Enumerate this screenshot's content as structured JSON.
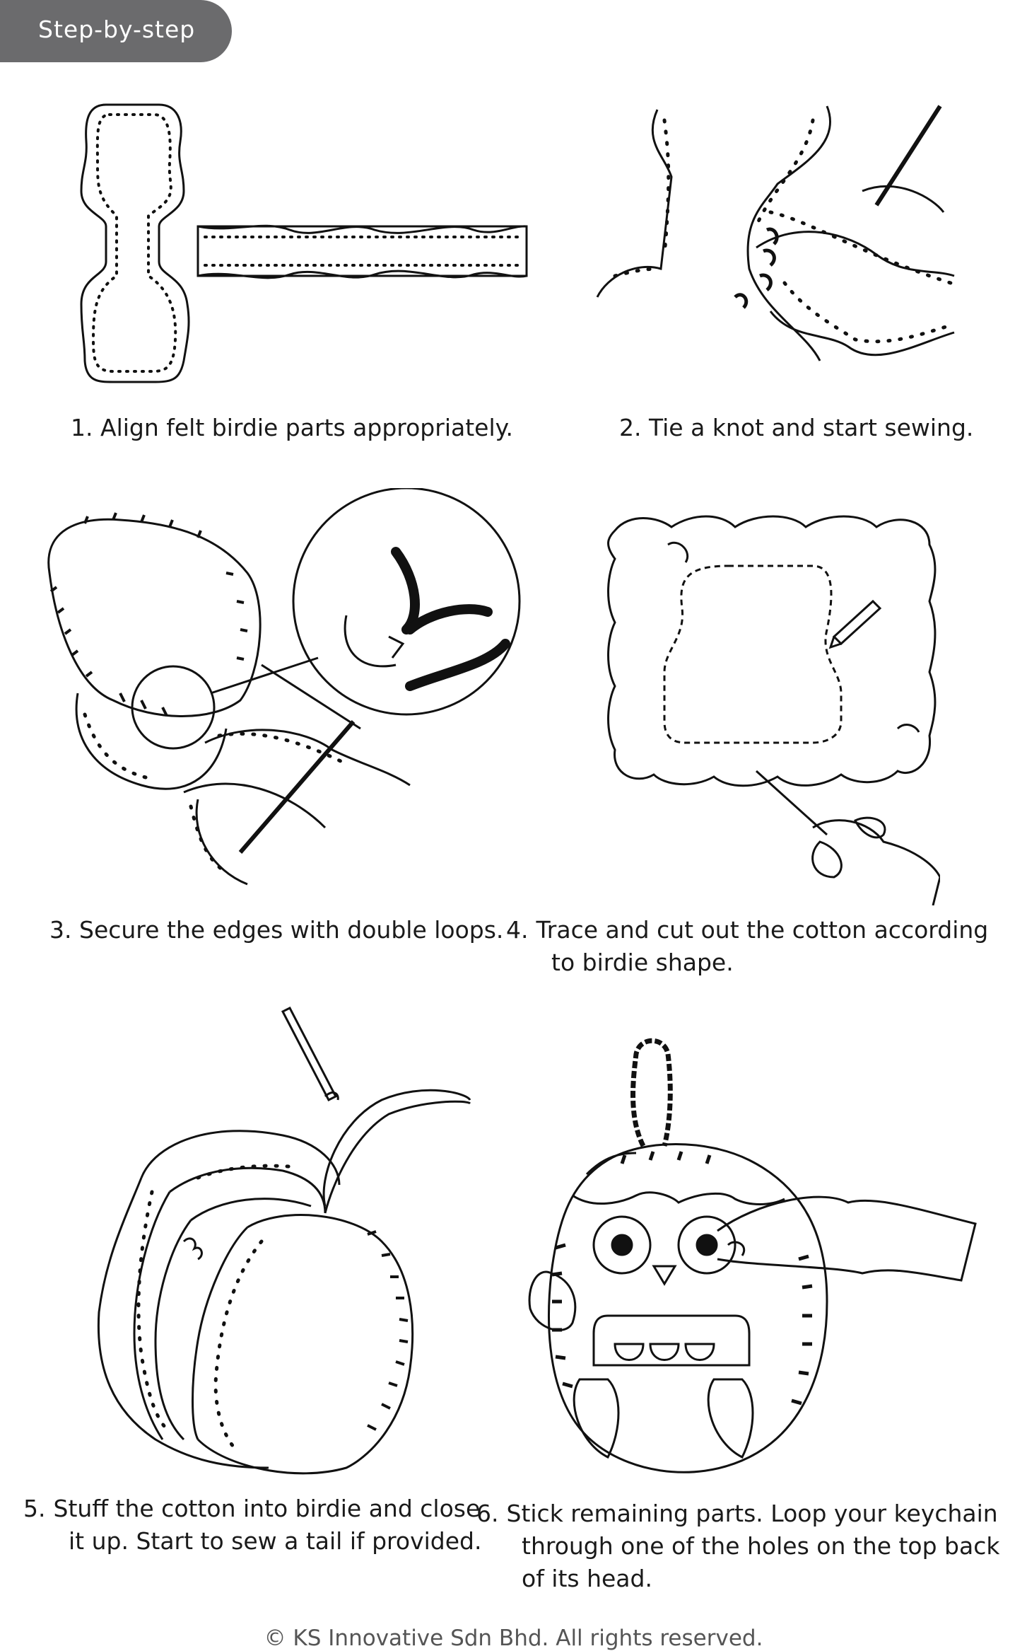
{
  "header": {
    "tab_label": "Step-by-step",
    "tab_color": "#6b6b6d"
  },
  "steps": [
    {
      "number": "1.",
      "text": "Align felt birdie parts appropriately."
    },
    {
      "number": "2.",
      "text": "Tie a knot and start sewing."
    },
    {
      "number": "3.",
      "text": "Secure the edges with double loops."
    },
    {
      "number": "4.",
      "text": "Trace and cut out the cotton according to birdie shape."
    },
    {
      "number": "5.",
      "text": "Stuff the cotton into birdie and close it up. Start to sew a tail if provided."
    },
    {
      "number": "6.",
      "text": "Stick remaining parts. Loop your keychain through one of the holes on the top back of its head."
    }
  ],
  "footer": {
    "copyright": "© KS Innovative Sdn Bhd.  All rights reserved."
  }
}
